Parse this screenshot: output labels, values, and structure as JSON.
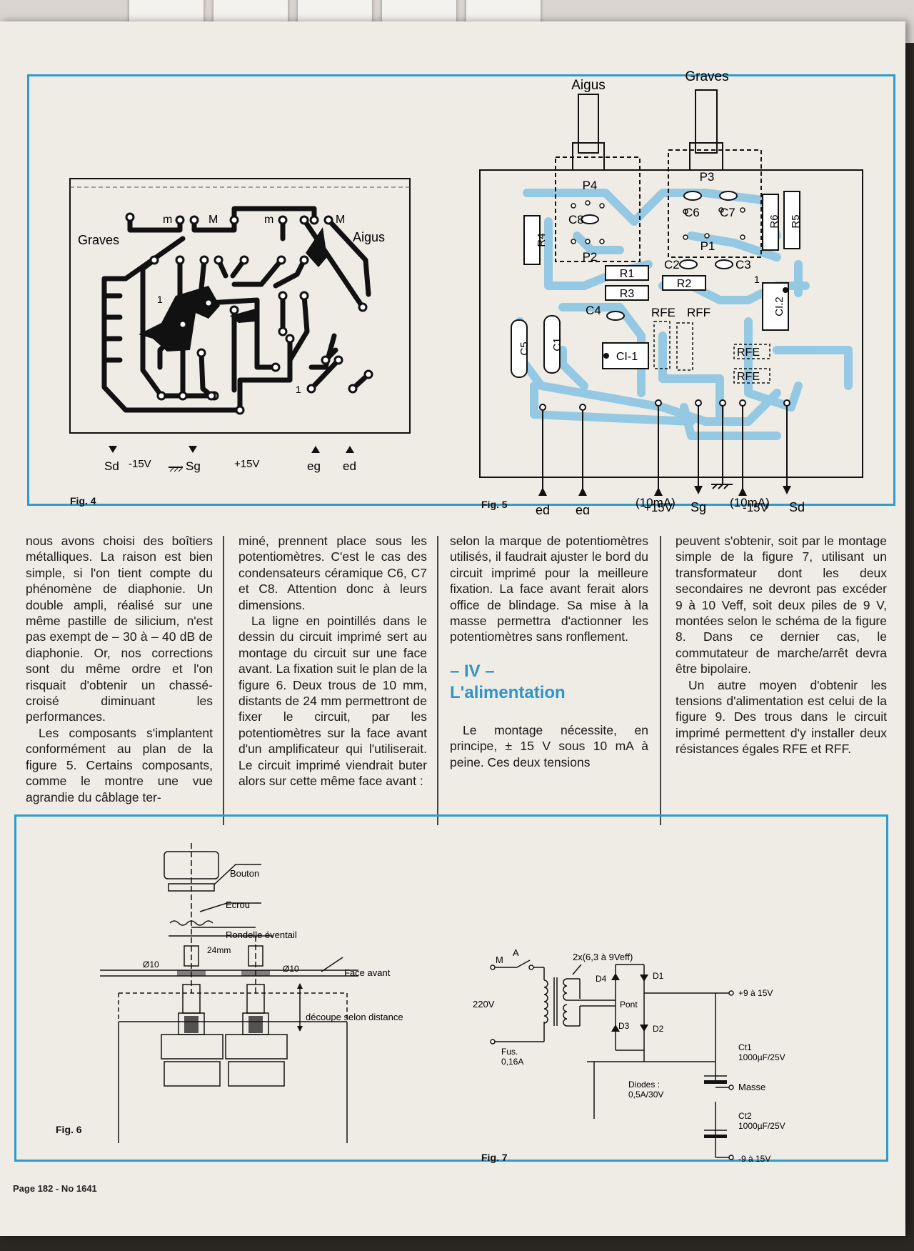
{
  "keyboard": {
    "keys": [
      "",
      "",
      "",
      "alt",
      ""
    ]
  },
  "fig4": {
    "label": "Fig. 4",
    "graves": "Graves",
    "aigus": "Aigus",
    "m": "m",
    "M": "M",
    "one": "1",
    "sd": "Sd",
    "m15": "-15V",
    "sg": "Sg",
    "p15": "+15V",
    "eg": "eg",
    "ed": "ed"
  },
  "fig5": {
    "label": "Fig. 5",
    "aigus": "Aigus",
    "graves": "Graves",
    "p4": "P4",
    "p3": "P3",
    "p2": "P2",
    "p1": "P1",
    "c8": "C8",
    "c6": "C6",
    "c7": "C7",
    "c2": "C2",
    "c3": "C3",
    "c4": "C4",
    "r1": "R1",
    "r2": "R2",
    "r3": "R3",
    "r4": "R4",
    "r5": "R5",
    "r6": "R6",
    "c5": "C5",
    "c1": "C1",
    "ci1": "CI-1",
    "ci2": "CI.2",
    "rfe": "RFE",
    "rff": "RFF",
    "one": "1",
    "ed": "ed",
    "eg": "eg",
    "p15": "+15V",
    "p15ma": "(10mA)",
    "sg": "Sg",
    "m15": "-15V",
    "m15ma": "(10mA)",
    "sd": "Sd"
  },
  "columns": {
    "col1": "nous avons choisi des boîtiers métalliques. La raison est bien simple, si l'on tient compte du phénomène de diaphonie. Un double ampli, réalisé sur une même pastille de silicium, n'est pas exempt de – 30 à – 40 dB de diaphonie. Or, nos corrections sont du même ordre et l'on risquait d'obtenir un chassé-croisé diminuant les performances.",
    "col1b": "Les composants s'implantent conformément au plan de la figure 5. Certains composants, comme le montre une vue agrandie du câblage ter-",
    "col2": "miné, prennent place sous les potentiomètres. C'est le cas des condensateurs céramique C6, C7 et C8. Attention donc à leurs dimensions.",
    "col2b": "La ligne en pointillés dans le dessin du circuit imprimé sert au montage du circuit sur une face avant. La fixation suit le plan de la figure 6. Deux trous de 10 mm, distants de 24 mm permettront de fixer le circuit, par les potentiomètres sur la face avant d'un amplificateur qui l'utiliserait. Le circuit imprimé viendrait buter alors sur cette même face avant :",
    "col3": "selon la marque de potentiomètres utilisés, il faudrait ajuster le bord du circuit imprimé pour la meilleure fixation. La face avant ferait alors office de blindage. Sa mise à la masse permettra d'actionner les potentiomètres sans ronflement.",
    "heading1": "– IV –",
    "heading2": "L'alimentation",
    "col3b": "Le montage nécessite, en principe, ± 15 V sous 10 mA à peine. Ces deux tensions",
    "col4": "peuvent s'obtenir, soit par le montage simple de la figure 7, utilisant un transformateur dont les deux secondaires ne devront pas excéder 9 à 10 Veff, soit deux piles de 9 V, montées selon le schéma de la figure 8. Dans ce dernier cas, le commutateur de marche/arrêt devra être bipolaire.",
    "col4b": "Un autre moyen d'obtenir les tensions d'alimentation est celui de la figure 9. Des trous dans le circuit imprimé permettent d'y installer deux résistances égales RFE et RFF."
  },
  "fig6": {
    "label": "Fig. 6",
    "bouton": "Bouton",
    "ecrou": "Ecrou",
    "rondelle": "Rondelle éventail",
    "dist": "24mm",
    "d10a": "Ø10",
    "d10b": "Ø10",
    "face": "Face avant",
    "decoupe": "découpe selon distance"
  },
  "fig7": {
    "label": "Fig. 7",
    "m": "M",
    "a": "A",
    "v220": "220V",
    "fus": "Fus.",
    "fusval": "0,16A",
    "sec": "2x(6,3 à 9Veff)",
    "d1": "D1",
    "d2": "D2",
    "d3": "D3",
    "d4": "D4",
    "pont": "Pont",
    "p9": "+9 à 15V",
    "ct1": "Ct1",
    "ct1v": "1000µF/25V",
    "masse": "Masse",
    "ct2": "Ct2",
    "ct2v": "1000µF/25V",
    "m9": "-9 à 15V",
    "diodes": "Diodes :",
    "diodesv": "0,5A/30V"
  },
  "footer": "Page 182 - No 1641",
  "colors": {
    "accent": "#2f9bd0",
    "pcb": "#8cc6e3",
    "ink": "#1a1a1a",
    "paper": "#efece6"
  }
}
